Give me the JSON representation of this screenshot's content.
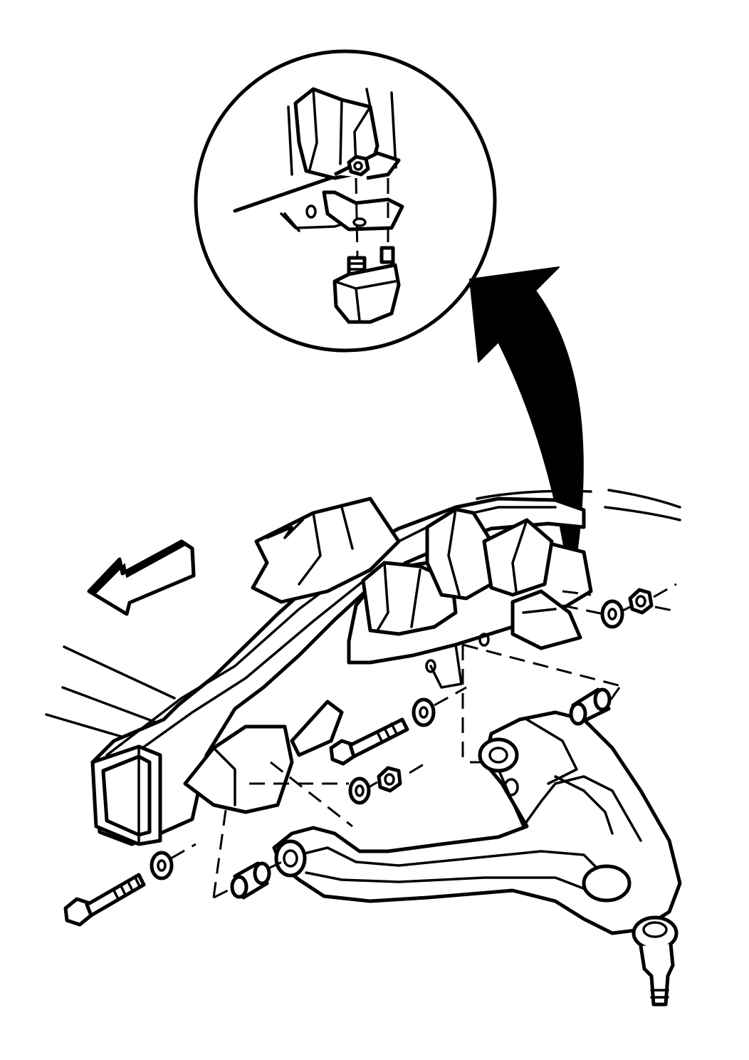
{
  "diagram": {
    "kind": "exploded-view-line-drawing",
    "ink_color": "#000000",
    "paper_color": "#ffffff",
    "parts": [
      {
        "key": "detail_view",
        "icon": "magnified-detail-circle"
      },
      {
        "key": "callout_arrow",
        "icon": "curved-arrow-up"
      },
      {
        "key": "front_arrow",
        "icon": "direction-arrow-left"
      },
      {
        "key": "frame",
        "icon": "frame-rail"
      },
      {
        "key": "lower_control_arm",
        "icon": "control-arm"
      },
      {
        "key": "front_bolt",
        "icon": "bolt"
      },
      {
        "key": "rear_bolt",
        "icon": "bolt"
      },
      {
        "key": "nuts",
        "icon": "hex-nut"
      },
      {
        "key": "washers",
        "icon": "washer"
      },
      {
        "key": "bushings",
        "icon": "bushing"
      },
      {
        "key": "ball_joint",
        "icon": "ball-joint"
      }
    ]
  }
}
